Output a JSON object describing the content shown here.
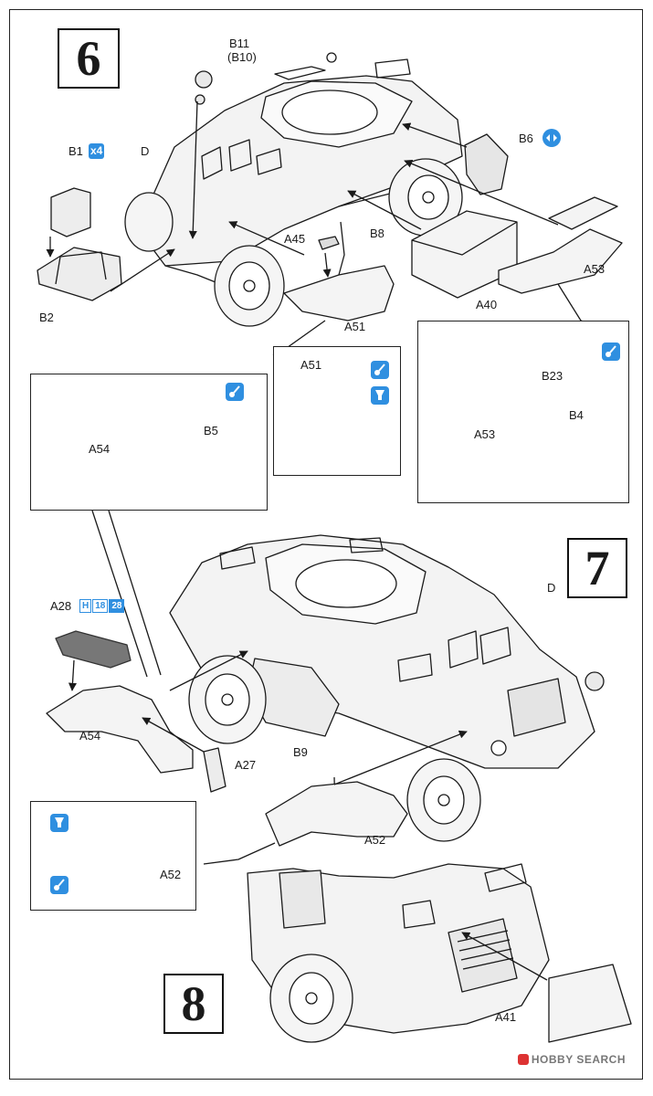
{
  "steps": {
    "step6": "6",
    "step7": "7",
    "step8": "8"
  },
  "labels": {
    "b11": "B11",
    "b10": "(B10)",
    "b1": "B1",
    "b1_qty": "x4",
    "d_top": "D",
    "b6": "B6",
    "a45": "A45",
    "b8": "B8",
    "a53_top": "A53",
    "a40": "A40",
    "b2": "B2",
    "a51_main": "A51",
    "a51_inset": "A51",
    "b23": "B23",
    "a53_inset": "A53",
    "b4": "B4",
    "a54_inset": "A54",
    "b5": "B5",
    "a28": "A28",
    "d_mid": "D",
    "a54_main": "A54",
    "a27": "A27",
    "b9": "B9",
    "a52_main": "A52",
    "a52_inset": "A52",
    "a41": "A41"
  },
  "paint": {
    "code": "H",
    "num1": "18",
    "num2": "28"
  },
  "icons": {
    "optional": "diamond-arrows-icon",
    "paint": "paint-brush-icon",
    "glue": "glue-icon"
  },
  "colors": {
    "accent": "#2f8fe0",
    "line": "#1a1a1a"
  },
  "watermark": "HOBBY SEARCH"
}
